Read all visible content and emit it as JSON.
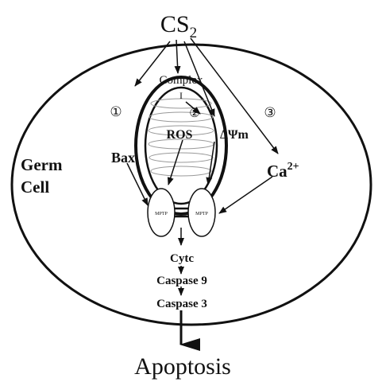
{
  "diagram": {
    "source_label": "CS",
    "source_subscript": "2",
    "complex_label": "Complex",
    "complex_number": "I",
    "pathway_numbers": [
      "①",
      "②",
      "③"
    ],
    "ros_label": "ROS",
    "membrane_label": "ΔΨm",
    "bax_label": "Bax",
    "cell_label_line1": "Germ",
    "cell_label_line2": "Cell",
    "calcium_label": "Ca",
    "calcium_superscript": "2+",
    "pore_label": "MPTP",
    "cascade": [
      "Cytc",
      "Caspase 9",
      "Caspase 3"
    ],
    "outcome_label": "Apoptosis"
  }
}
